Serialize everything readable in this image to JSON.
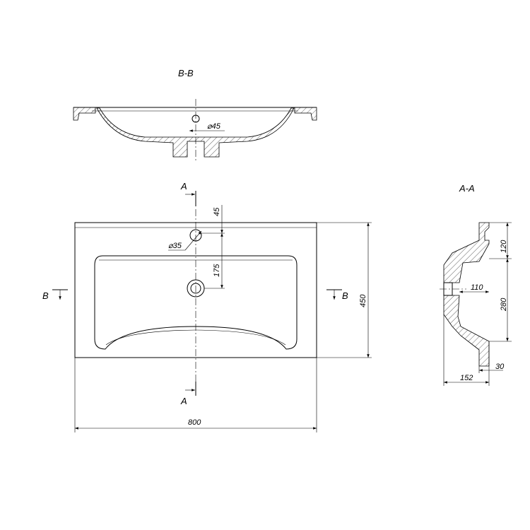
{
  "sections": {
    "bb_title": "B-B",
    "aa_title": "A-A",
    "marker_a": "A",
    "marker_b": "B"
  },
  "dimensions": {
    "width": "800",
    "depth": "450",
    "tap_hole_offset": "45",
    "tap_to_drain": "175",
    "tap_hole_diameter": "⌀35",
    "drain_diameter": "⌀45",
    "aa_top": "120",
    "aa_bowl": "280",
    "aa_drain_depth": "110",
    "aa_total_height": "152",
    "aa_rim": "30"
  }
}
